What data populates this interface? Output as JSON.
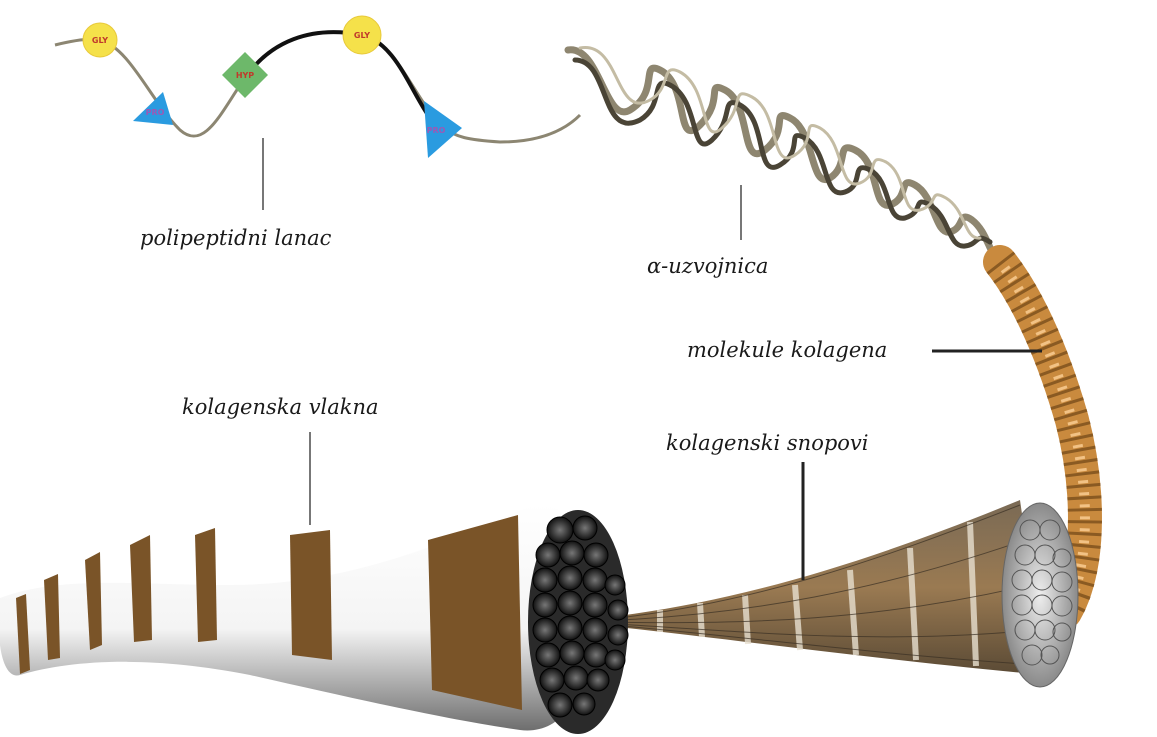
{
  "labels": {
    "polypeptide_chain": "polipeptidni lanac",
    "alpha_helix": "α-uzvojnica",
    "collagen_molecules": "molekule kolagena",
    "collagen_fibers": "kolagenska vlakna",
    "collagen_bundles": "kolagenski snopovi"
  },
  "residues": {
    "gly": "GLY",
    "pro": "PRO",
    "hyp": "HYP"
  },
  "colors": {
    "gly": "#f5e14a",
    "pro": "#2a9be0",
    "hyp": "#6db86a",
    "helix": "#a89f86",
    "molecule": "#c98a3e",
    "fiber_band": "#7a5428",
    "cross_section": "#222222"
  }
}
